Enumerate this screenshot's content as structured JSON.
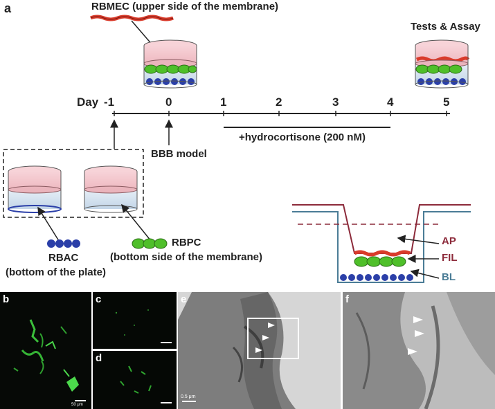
{
  "panel_a": {
    "letter": "a",
    "top_label": "RBMEC (upper side of the membrane)",
    "right_label": "Tests & Assay",
    "day_label": "Day",
    "days": [
      "-1",
      "0",
      "1",
      "2",
      "3",
      "4",
      "5"
    ],
    "hydrocortisone": "+hydrocortisone (200 nM)",
    "bbb_model": "BBB model",
    "rbac": "RBAC",
    "rbac_sub": "(bottom of the plate)",
    "rbpc": "RBPC",
    "rbpc_sub": "(bottom side of the membrane)",
    "legend": {
      "ap": "AP",
      "fil": "FIL",
      "bl": "BL"
    },
    "colors": {
      "endothelial": "#d93b2b",
      "pericyte": "#4fbf2a",
      "astrocyte": "#2b3fa8",
      "ap_line": "#8c2a3a",
      "bl_line": "#4a7c96",
      "medium_top": "#f3c6cc",
      "medium_bottom": "#d3e2ef"
    }
  },
  "panels_micro": {
    "b": {
      "letter": "b",
      "scale": "50 μm"
    },
    "c": {
      "letter": "c"
    },
    "d": {
      "letter": "d"
    },
    "e": {
      "letter": "e",
      "scale": "0.5 μm"
    },
    "f": {
      "letter": "f"
    }
  }
}
